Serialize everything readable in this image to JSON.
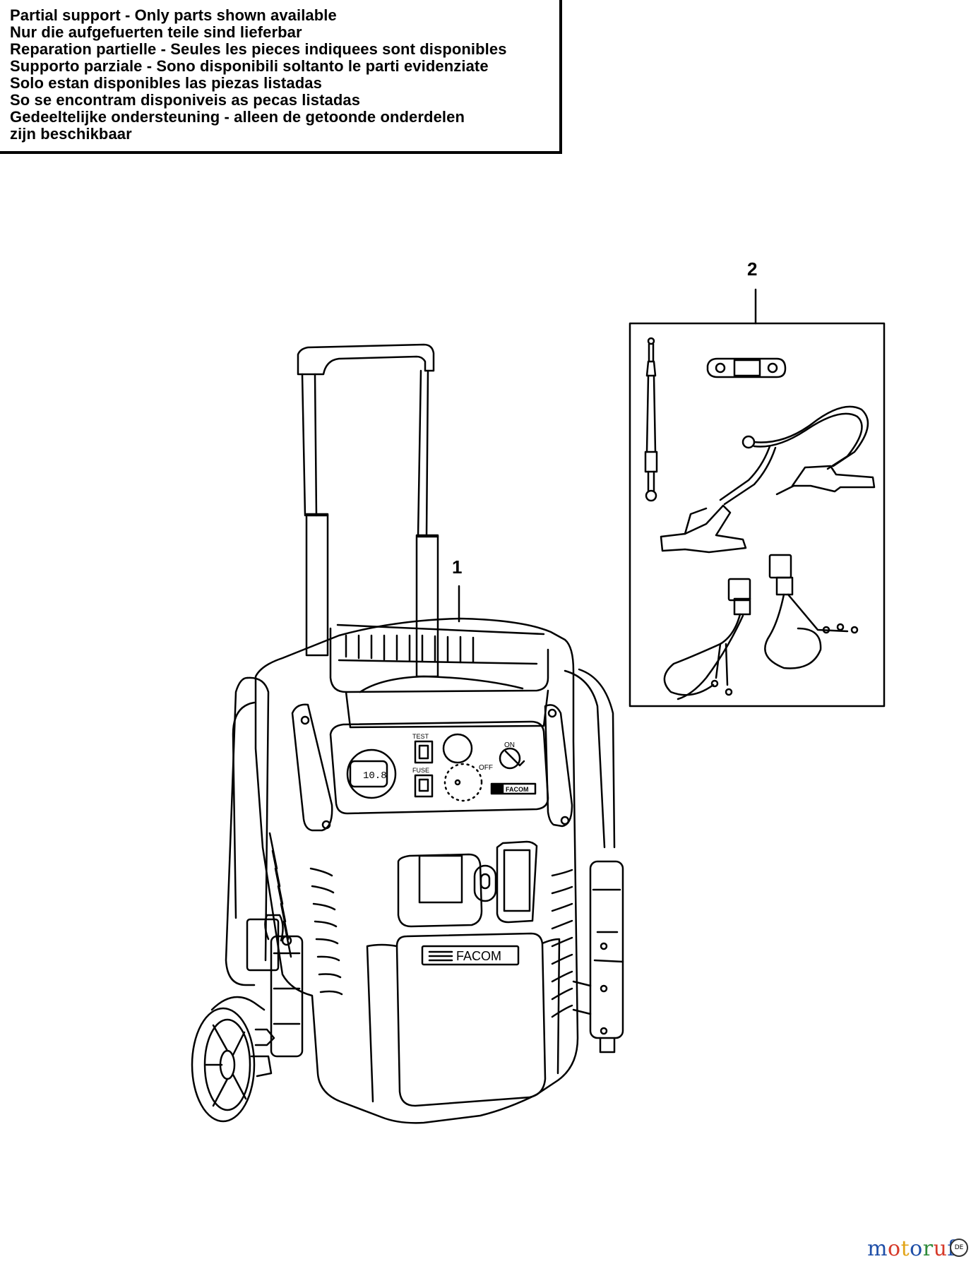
{
  "notice": {
    "lines": [
      "Partial support - Only parts shown available",
      "Nur die aufgefuerten teile sind lieferbar",
      "Reparation partielle - Seules les pieces indiquees sont disponibles",
      "Supporto parziale - Sono disponibili soltanto le parti evidenziate",
      "Solo estan disponibles las piezas listadas",
      "So se encontram disponiveis as pecas listadas",
      "Gedeeltelijke ondersteuning - alleen de getoonde onderdelen",
      "zijn beschikbaar"
    ]
  },
  "callouts": {
    "part1": "1",
    "part2": "2"
  },
  "unit": {
    "display_value": "10.8",
    "test_label": "TEST",
    "fuse_label": "FUSE",
    "on_label": "ON",
    "off_label": "OFF",
    "brand_small": "FACOM",
    "brand_large": "FACOM"
  },
  "watermark": {
    "text": "motoruf",
    "letters": [
      "m",
      "o",
      "t",
      "o",
      "r",
      "u",
      "f"
    ],
    "colors": [
      "#1f4fa8",
      "#d63a2a",
      "#e2a417",
      "#1f4fa8",
      "#2e8b3a",
      "#d63a2a",
      "#1f4fa8"
    ],
    "badge": "DE"
  }
}
